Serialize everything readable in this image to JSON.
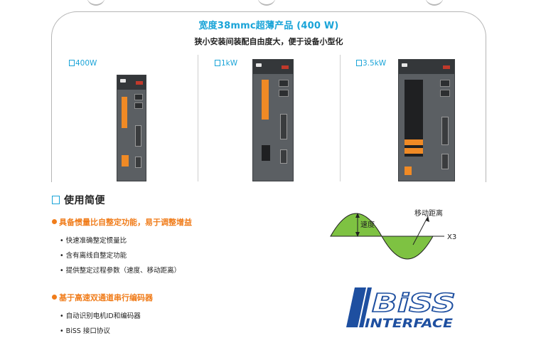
{
  "header": {
    "title": "宽度38mmc超薄产品 (400 W)",
    "subtitle": "狭小安装间装配自由度大，便于设备小型化"
  },
  "models": [
    {
      "label": "400W"
    },
    {
      "label": "1kW"
    },
    {
      "label": "3.5kW"
    }
  ],
  "section": {
    "heading": "使用简便"
  },
  "features": [
    {
      "title": "具备惯量比自整定功能，易于调整增益",
      "bullets": [
        "• 快速准确整定惯量比",
        "• 含有离线自整定功能",
        "• 提供整定过程参数（速度、移动距离）"
      ]
    },
    {
      "title": "基于高速双通道串行编码器",
      "bullets": [
        "• 自动识别电机ID和编码器",
        "• BiSS 接口协议"
      ]
    }
  ],
  "diagram": {
    "speed_label": "速度",
    "distance_label": "移动距离",
    "multiplier_label": "X3"
  },
  "logo": {
    "line1": "BiSS",
    "line2": "INTERFACE",
    "color": "#1e4fa0"
  },
  "colors": {
    "accent": "#1aa4d8",
    "orange": "#f07c1a",
    "wave_green": "#7ec242"
  }
}
